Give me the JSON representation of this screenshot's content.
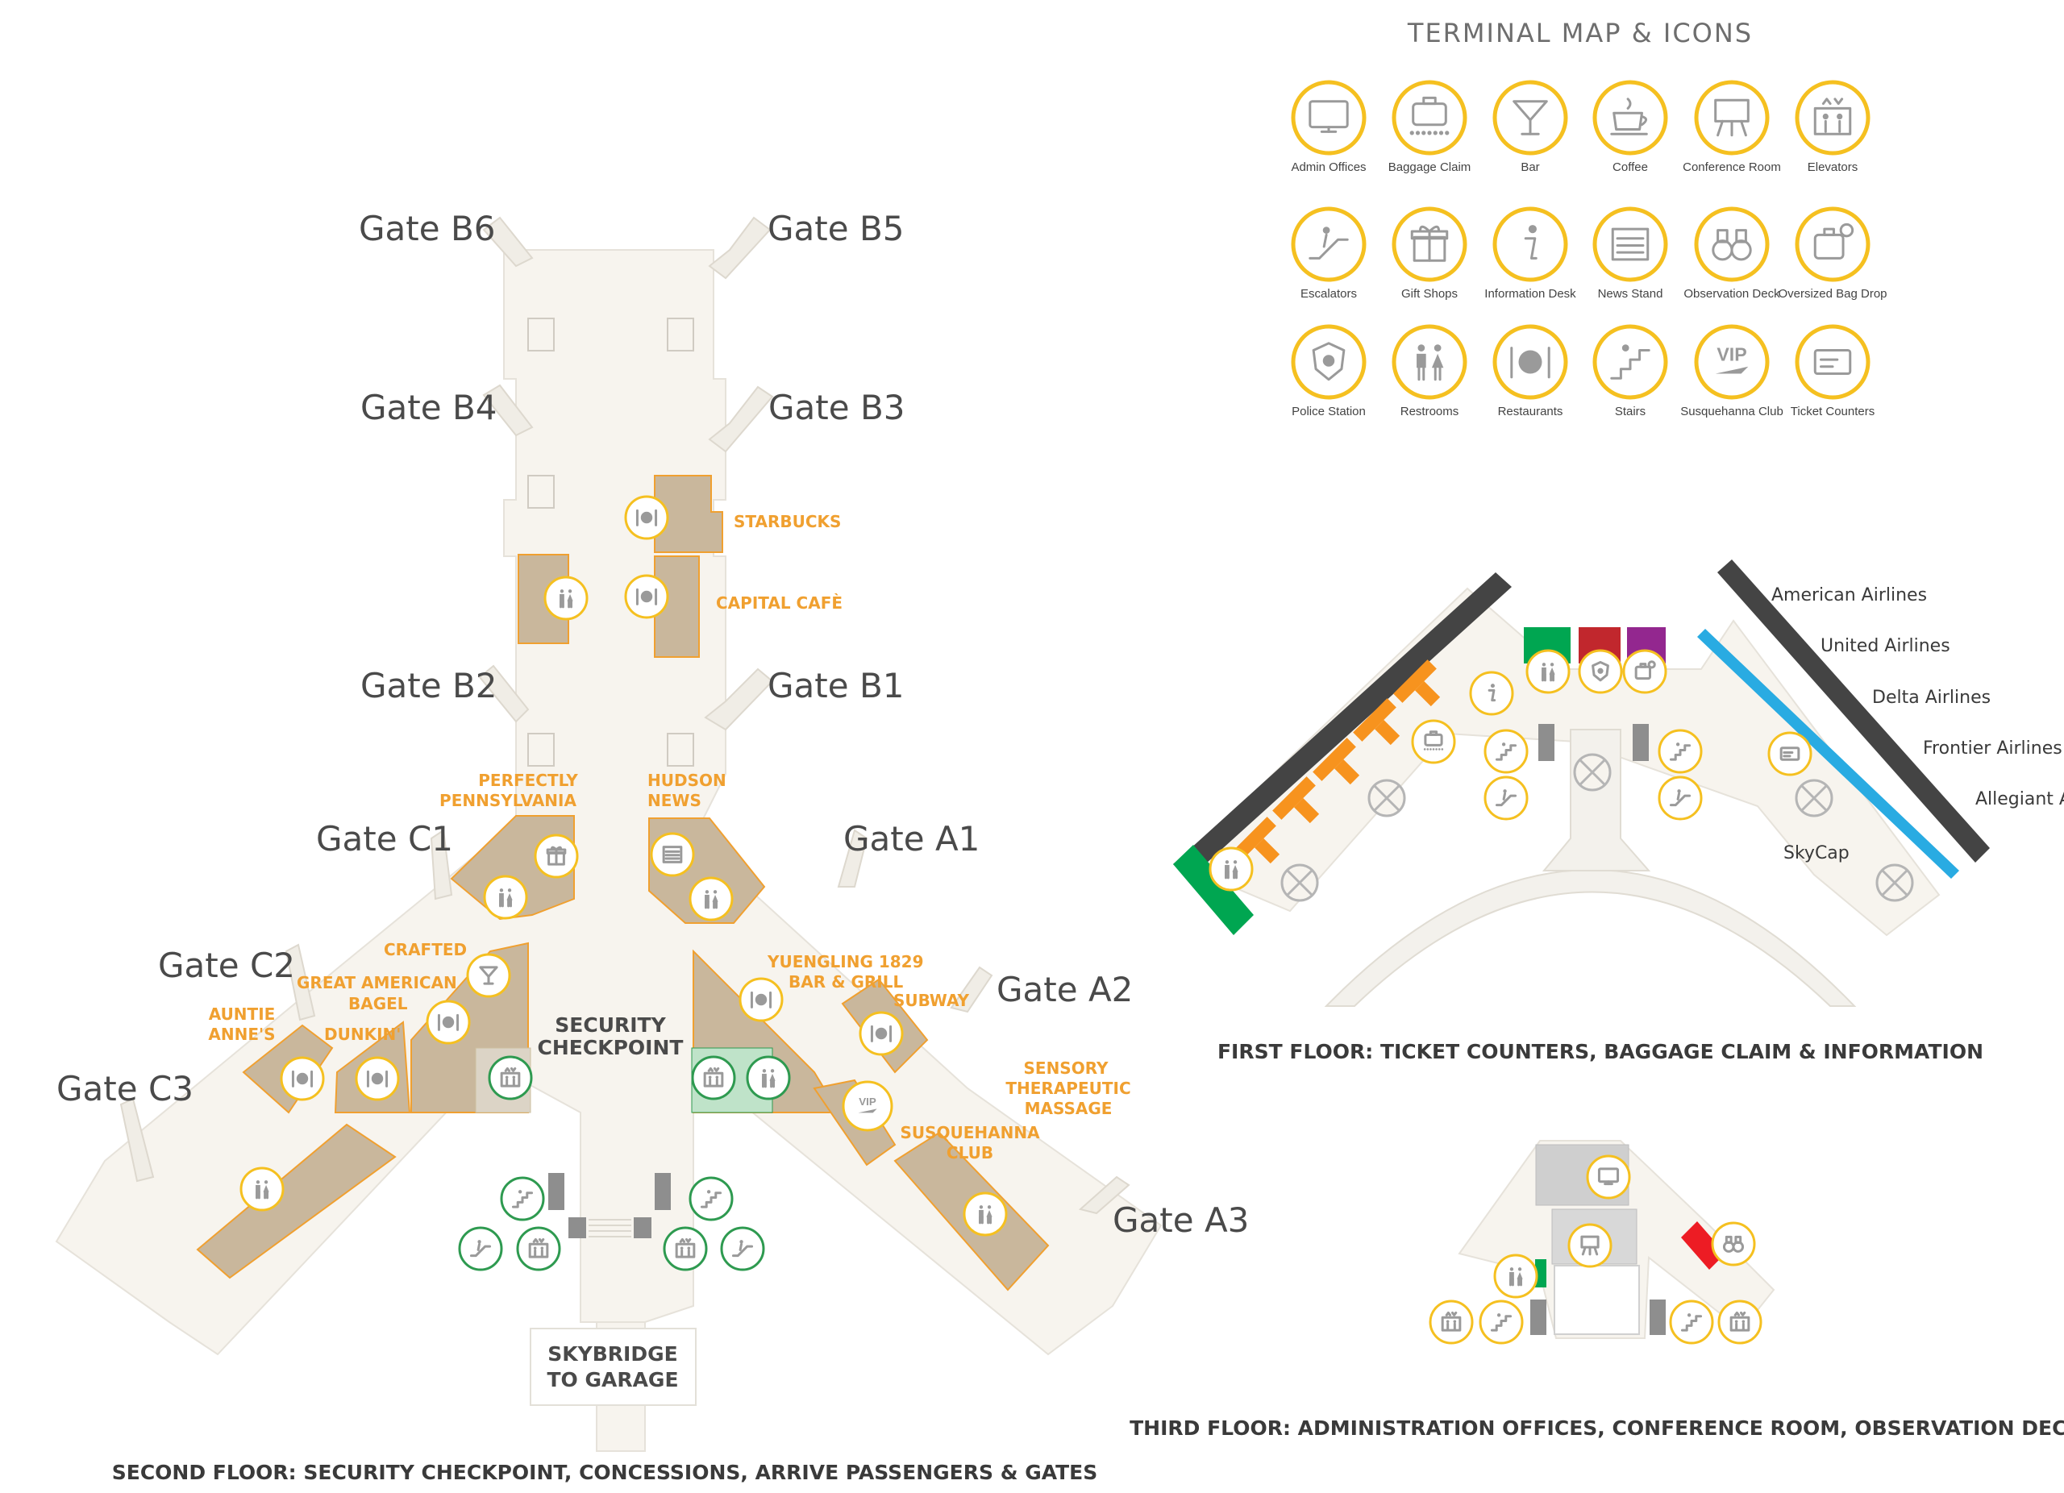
{
  "legend": {
    "title": "TERMINAL MAP & ICONS",
    "items": [
      {
        "label": "Admin Offices",
        "icon": "admin-offices-icon"
      },
      {
        "label": "Baggage Claim",
        "icon": "baggage-claim-icon"
      },
      {
        "label": "Bar",
        "icon": "bar-icon"
      },
      {
        "label": "Coffee",
        "icon": "coffee-icon"
      },
      {
        "label": "Conference Room",
        "icon": "conference-room-icon"
      },
      {
        "label": "Elevators",
        "icon": "elevators-icon"
      },
      {
        "label": "Escalators",
        "icon": "escalators-icon"
      },
      {
        "label": "Gift Shops",
        "icon": "gift-shops-icon"
      },
      {
        "label": "Information Desk",
        "icon": "information-desk-icon"
      },
      {
        "label": "News Stand",
        "icon": "news-stand-icon"
      },
      {
        "label": "Observation Deck",
        "icon": "observation-deck-icon"
      },
      {
        "label": "Oversized Bag Drop",
        "icon": "oversized-bag-drop-icon"
      },
      {
        "label": "Police Station",
        "icon": "police-station-icon"
      },
      {
        "label": "Restrooms",
        "icon": "restrooms-icon"
      },
      {
        "label": "Restaurants",
        "icon": "restaurants-icon"
      },
      {
        "label": "Stairs",
        "icon": "stairs-icon"
      },
      {
        "label": "Susquehanna Club",
        "icon": "susquehanna-club-icon"
      },
      {
        "label": "Ticket Counters",
        "icon": "ticket-counters-icon"
      }
    ]
  },
  "second_floor": {
    "caption": "SECOND FLOOR: SECURITY CHECKPOINT, CONCESSIONS, ARRIVE PASSENGERS & GATES",
    "gates": {
      "b6": "Gate B6",
      "b5": "Gate B5",
      "b4": "Gate B4",
      "b3": "Gate B3",
      "b2": "Gate B2",
      "b1": "Gate B1",
      "c1": "Gate C1",
      "c2": "Gate C2",
      "c3": "Gate C3",
      "a1": "Gate A1",
      "a2": "Gate A2",
      "a3": "Gate A3"
    },
    "shops": {
      "starbucks": "STARBUCKS",
      "capital_cafe": "CAPITAL CAFÈ",
      "perfectly_pa_1": "PERFECTLY",
      "perfectly_pa_2": "PENNSYLVANIA",
      "hudson_1": "HUDSON",
      "hudson_2": "NEWS",
      "crafted": "CRAFTED",
      "gab_1": "GREAT AMERICAN",
      "gab_2": "BAGEL",
      "auntie_1": "AUNTIE",
      "auntie_2": "ANNE'S",
      "dunkin": "DUNKIN'",
      "yuengling_1": "YUENGLING 1829",
      "yuengling_2": "BAR & GRILL",
      "subway": "SUBWAY",
      "sensory_1": "SENSORY",
      "sensory_2": "THERAPEUTIC",
      "sensory_3": "MASSAGE",
      "susq_1": "SUSQUEHANNA",
      "susq_2": "CLUB"
    },
    "security_1": "SECURITY",
    "security_2": "CHECKPOINT",
    "skybridge_1": "SKYBRIDGE",
    "skybridge_2": "TO GARAGE"
  },
  "first_floor": {
    "caption": "FIRST FLOOR: TICKET COUNTERS, BAGGAGE CLAIM & INFORMATION",
    "airlines": [
      "American Airlines",
      "United Airlines",
      "Delta Airlines",
      "Frontier Airlines",
      "Allegiant Air"
    ],
    "skycap": "SkyCap",
    "colors": {
      "counters": "#f7931e",
      "american_line": "#444444",
      "allegiant_line": "#29abe2",
      "green": "#00a651",
      "red": "#c1272d",
      "purple": "#93278f"
    }
  },
  "third_floor": {
    "caption": "THIRD FLOOR: ADMINISTRATION OFFICES, CONFERENCE ROOM, OBSERVATION DECK",
    "colors": {
      "red": "#ed1c24",
      "green": "#00a651"
    }
  },
  "colors": {
    "concession": "#c9b79c",
    "accent": "#f0a030",
    "icon_ring": "#f5c020",
    "floor": "#f7f4ee"
  }
}
